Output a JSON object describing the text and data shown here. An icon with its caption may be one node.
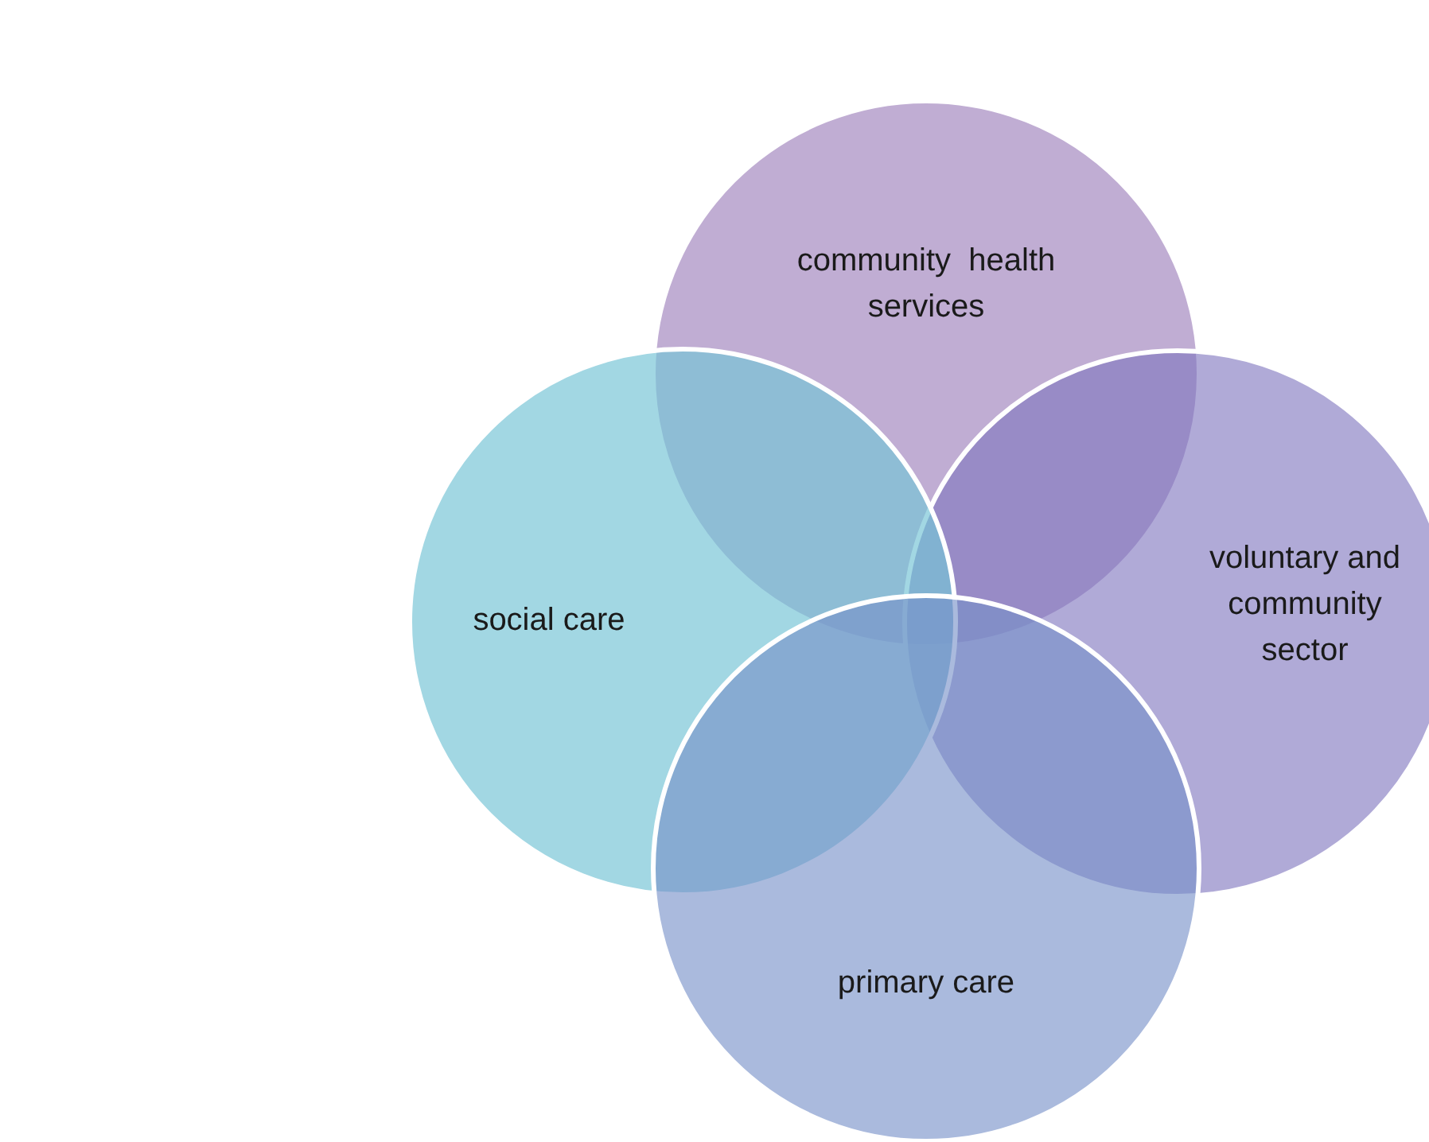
{
  "diagram": {
    "nodes": [
      {
        "text": [
          "community  health services"
        ]
      },
      {
        "text": [
          "social care"
        ]
      },
      {
        "text": [
          "voluntary and community sector"
        ]
      },
      {
        "text": [
          "primary care"
        ]
      }
    ]
  }
}
